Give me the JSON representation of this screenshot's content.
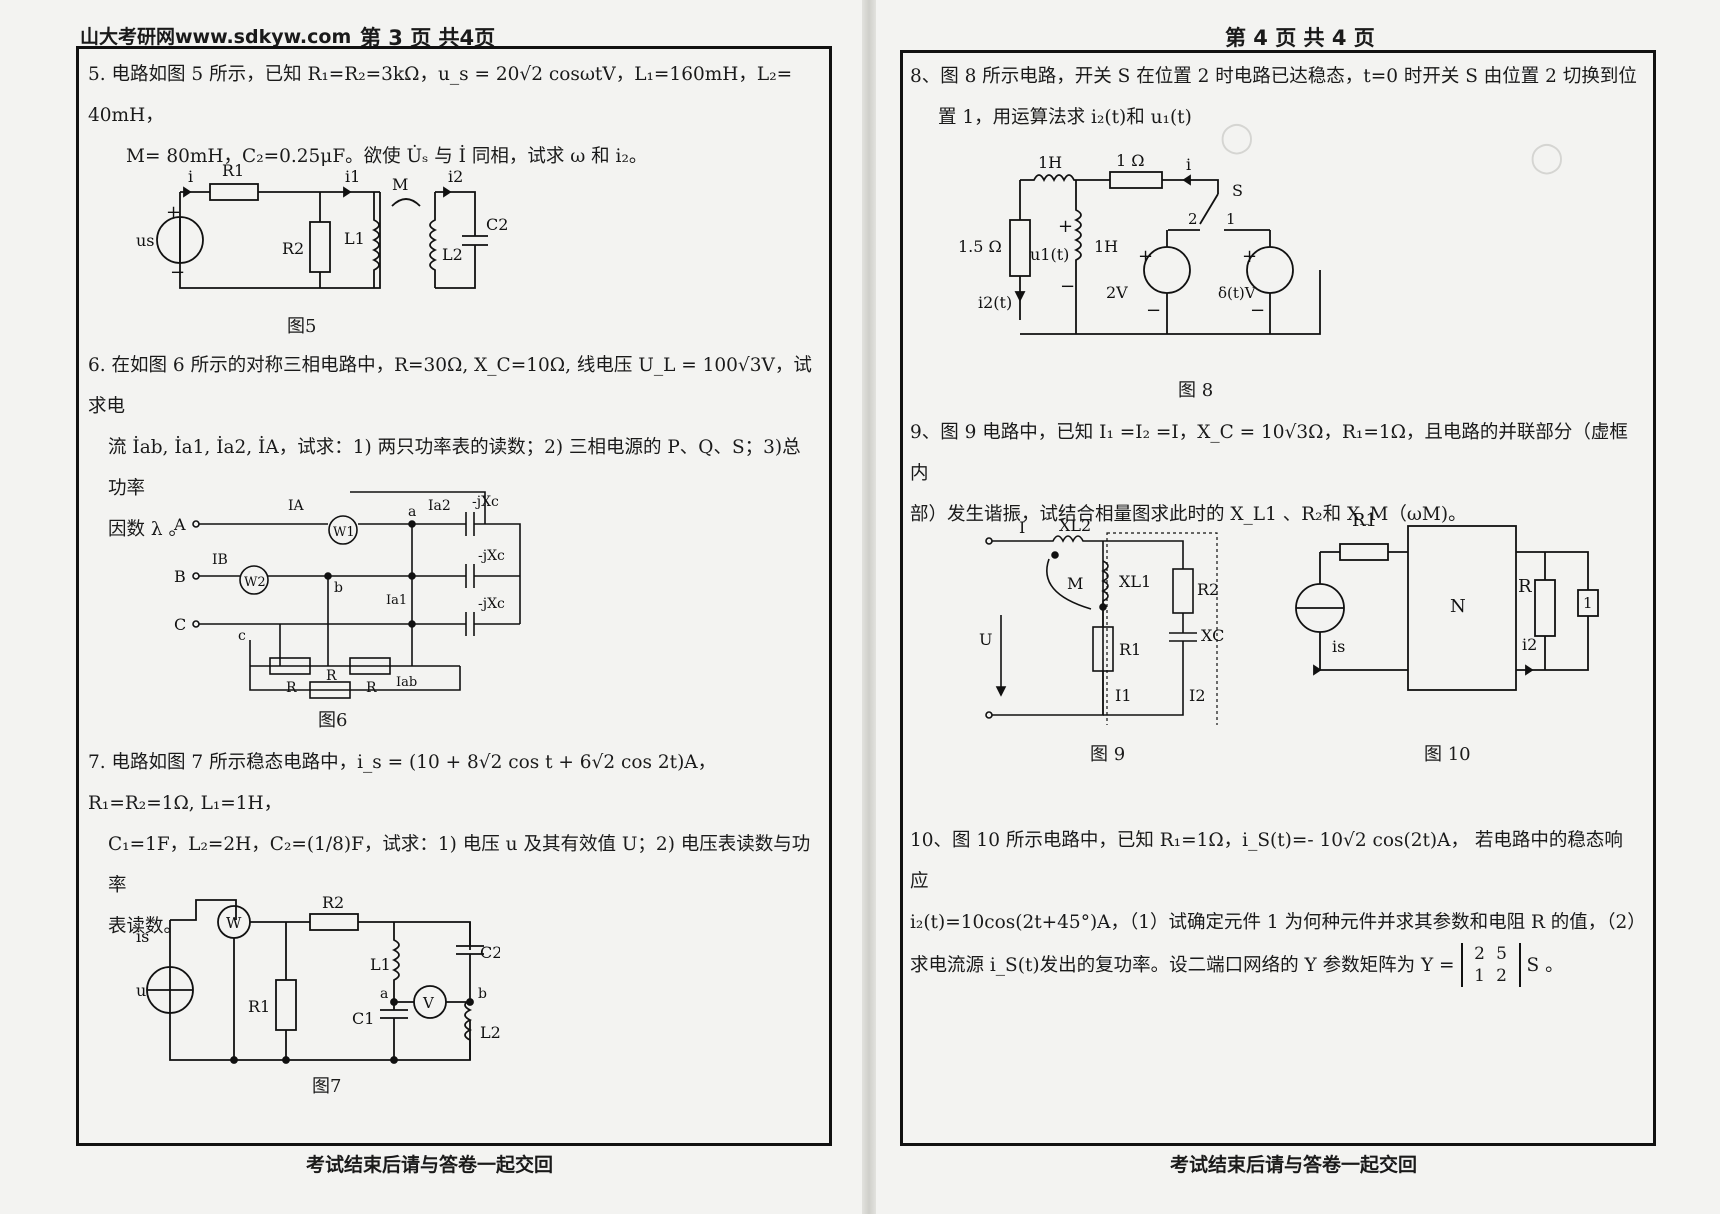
{
  "header": {
    "site": "山大考研网www.sdkyw.com",
    "page_left": "第 3 页 共4页",
    "page_right": "第 4 页 共 4 页"
  },
  "footer": {
    "text": "考试结束后请与答卷一起交回"
  },
  "questions": {
    "q5": {
      "line1": "5. 电路如图 5 所示，已知 R₁=R₂=3kΩ，u_s = 20√2 cosωtV，L₁=160mH，L₂= 40mH，",
      "line2": "M= 80mH，C₂=0.25μF。欲使 U̇ₛ 与 İ 同相，试求 ω 和 i₂。"
    },
    "q6": {
      "line1": "6. 在如图 6 所示的对称三相电路中，R=30Ω, X_C=10Ω, 线电压 U_L = 100√3V，试求电",
      "line2": "流 İab, İa1, İa2, İA，试求：1) 两只功率表的读数；2) 三相电源的 P、Q、S；3)总功率",
      "line3": "因数 λ 。"
    },
    "q7": {
      "line1": "7. 电路如图 7 所示稳态电路中，i_s = (10 + 8√2 cos t + 6√2 cos 2t)A，R₁=R₂=1Ω, L₁=1H，",
      "line2": "C₁=1F，L₂=2H，C₂=(1/8)F，试求：1) 电压 u 及其有效值 U；2) 电压表读数与功率",
      "line3": "表读数。"
    },
    "q8": {
      "line1": "8、图 8 所示电路，开关 S 在位置 2 时电路已达稳态，t=0 时开关 S 由位置 2 切换到位",
      "line2": "置 1，用运算法求 i₂(t)和 u₁(t)"
    },
    "q9": {
      "line1": "9、图 9 电路中，已知 I₁ =I₂ =I，X_C = 10√3Ω，R₁=1Ω，且电路的并联部分（虚框内",
      "line2": "部）发生谐振，试结合相量图求此时的 X_L1 、R₂和 X_M（ωM)。"
    },
    "q10": {
      "line1": "10、图 10 所示电路中，已知 R₁=1Ω，i_S(t)=- 10√2 cos(2t)A， 若电路中的稳态响应",
      "line2": "i₂(t)=10cos(2t+45°)A，（1）试确定元件 1 为何种元件并求其参数和电阻 R 的值，（2）",
      "line3": "求电流源 i_S(t)发出的复功率。设二端口网络的 Y 参数矩阵为 Y =",
      "line3_unit": "S 。",
      "matrix": [
        "2",
        "5",
        "1",
        "2"
      ]
    }
  },
  "figures": {
    "fig5": {
      "caption": "图5",
      "labels": [
        "i",
        "R1",
        "i1",
        "M",
        "i2",
        "us",
        "R2",
        "L1",
        "L2",
        "C2"
      ]
    },
    "fig6": {
      "caption": "图6",
      "labels": [
        "A",
        "B",
        "C",
        "IA",
        "W1",
        "a",
        "Ia2",
        "-jXc",
        "-jXc",
        "-jXc",
        "IB",
        "W2",
        "b",
        "Ia1",
        "c",
        "R",
        "R",
        "R",
        "Iab"
      ]
    },
    "fig7": {
      "caption": "图7",
      "labels": [
        "is",
        "u",
        "W",
        "R2",
        "R1",
        "L1",
        "a",
        "V",
        "b",
        "C1",
        "C2",
        "L2"
      ]
    },
    "fig8": {
      "caption": "图 8",
      "labels": [
        "1H",
        "1 Ω",
        "i",
        "S",
        "2",
        "1",
        "1.5 Ω",
        "i2(t)",
        "u1(t)",
        "1H",
        "2V",
        "δ(t)V"
      ]
    },
    "fig9": {
      "caption": "图 9",
      "labels": [
        "I",
        "XL2",
        "M",
        "XL1",
        "R2",
        "U",
        "R1",
        "XC",
        "I1",
        "I2"
      ]
    },
    "fig10": {
      "caption": "图 10",
      "labels": [
        "R1",
        "N",
        "R",
        "1",
        "is",
        "i2"
      ]
    }
  },
  "colors": {
    "ink": "#111111",
    "paper": "#f3f3f1",
    "bleed": "#d0d0cc"
  }
}
